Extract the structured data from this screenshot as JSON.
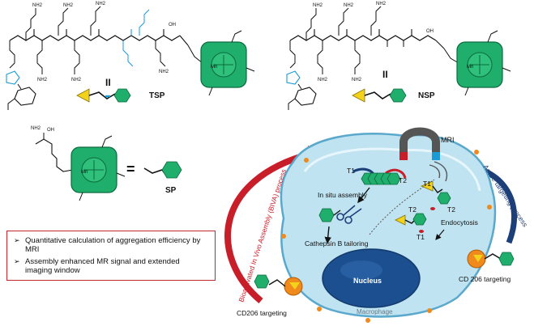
{
  "top": {
    "compound_1": {
      "roman": "II",
      "name": "TSP"
    },
    "compound_2": {
      "roman": "II",
      "name": "NSP"
    },
    "compound_3": {
      "name": "SP",
      "equals": "="
    },
    "chem_text": {
      "nh2": "NH2",
      "oh": "OH",
      "mn": "Mn",
      "n": "N"
    }
  },
  "notes": [
    "Quantitative calculation of aggregation efficiency by MRI",
    "Assembly enhanced MR signal and extended imaging window"
  ],
  "note_bullet": "➢",
  "cell": {
    "mri": "MRI",
    "t1": "T1",
    "t2": "T2",
    "in_situ": "In situ assembly",
    "cathepsin": "Cathepsin B tailoring",
    "endocytosis": "Endocytosis",
    "nucleus": "Nucleus",
    "macrophage": "Macrophage",
    "cd206_left": "CD206 targeting",
    "cd206_right": "CD 206 targeting",
    "biva": "Bioactivated In Vivo Assembly (BIVA) process",
    "active": "Active targeting process"
  },
  "colors": {
    "porphyrin": "#1fae6b",
    "porphyrin_dark": "#0b6b3f",
    "guanidine": "#1b9ad6",
    "cell_fill": "#bfe3f1",
    "cell_edge": "#5aa9cc",
    "nucleus": "#1c4f8f",
    "red_arrow": "#c81e2a",
    "blue_arrow": "#1c3f7a",
    "orange": "#f08a1c",
    "yellow": "#f2d21a",
    "box_border": "#c0262c"
  }
}
